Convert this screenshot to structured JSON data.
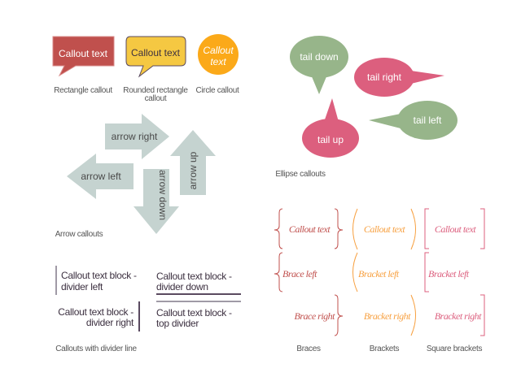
{
  "callouts": {
    "rect": {
      "text": "Callout text",
      "caption": "Rectangle callout",
      "color": "#c0504d"
    },
    "rounded": {
      "text": "Callout text",
      "caption1": "Rounded rectangle",
      "caption2": "callout",
      "color": "#f5c842"
    },
    "circle": {
      "text1": "Callout",
      "text2": "text",
      "caption": "Circle callout",
      "color": "#fba919"
    }
  },
  "ellipse": {
    "tail_down": "tail down",
    "tail_right": "tail right",
    "tail_left": "tail left",
    "tail_up": "tail up",
    "caption": "Ellipse callouts",
    "green": "#97b58a",
    "pink": "#dc5f7e"
  },
  "arrows": {
    "right": "arrow right",
    "left": "arrow left",
    "down": "arrow down",
    "up": "arrow up",
    "caption": "Arrow callouts",
    "color": "#c5d3d0"
  },
  "dividers": {
    "left": [
      "Callout text block -",
      "divider left"
    ],
    "down": [
      "Callout text block -",
      "divider down"
    ],
    "right": [
      "Callout text block -",
      "divider right"
    ],
    "top": [
      "Callout text block -",
      "top divider"
    ],
    "caption": "Callouts with divider line"
  },
  "braces": {
    "callout": "Callout text",
    "left": "Brace left",
    "right": "Brace right",
    "caption": "Braces",
    "color": "#c0504d"
  },
  "brackets": {
    "callout": "Callout text",
    "left": "Bracket left",
    "right": "Bracket right",
    "caption": "Brackets",
    "color": "#f7a040"
  },
  "square": {
    "callout": "Callout text",
    "left": "Bracket left",
    "right": "Bracket right",
    "caption": "Square brackets",
    "color": "#dc5f7e"
  }
}
